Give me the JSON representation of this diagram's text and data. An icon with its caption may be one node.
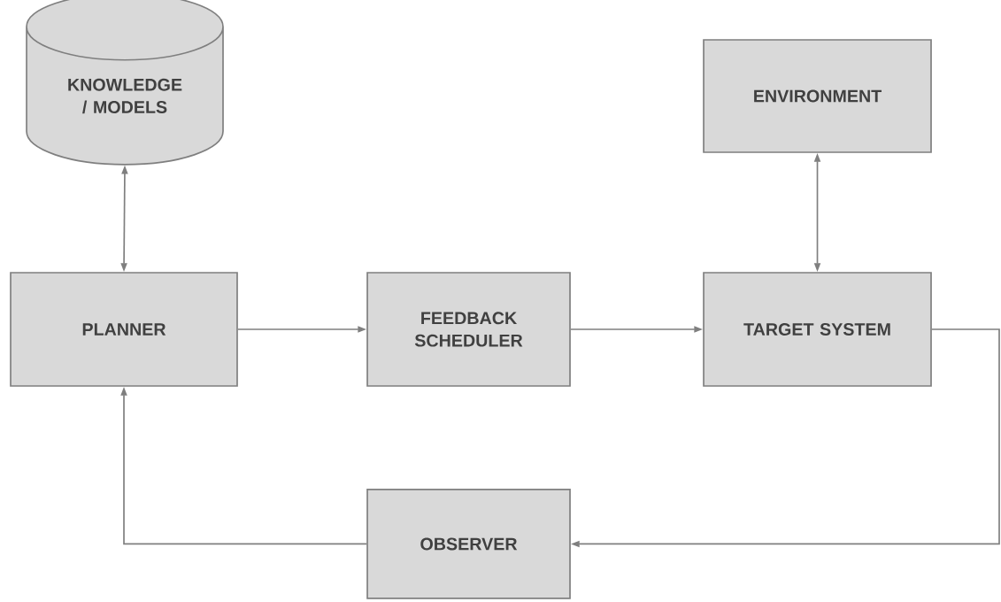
{
  "diagram": {
    "nodes": [
      {
        "text": [
          "KNOWLEDGE / MODELS"
        ]
      },
      {
        "text": [
          "ENVIRONMENT"
        ]
      },
      {
        "text": [
          "PLANNER"
        ]
      },
      {
        "text": [
          "FEEDBACK SCHEDULER"
        ]
      },
      {
        "text": [
          "TARGET SYSTEM"
        ]
      },
      {
        "text": [
          "OBSERVER"
        ]
      }
    ],
    "edges": [
      {
        "from": 0,
        "to": 2,
        "arrow": "both"
      },
      {
        "from": 1,
        "to": 4,
        "arrow": "both"
      },
      {
        "from": 2,
        "to": 3,
        "arrow": "to"
      },
      {
        "from": 3,
        "to": 4,
        "arrow": "to"
      },
      {
        "from": 4,
        "to": 5,
        "arrow": "to"
      },
      {
        "from": 5,
        "to": 2,
        "arrow": "to"
      }
    ]
  }
}
